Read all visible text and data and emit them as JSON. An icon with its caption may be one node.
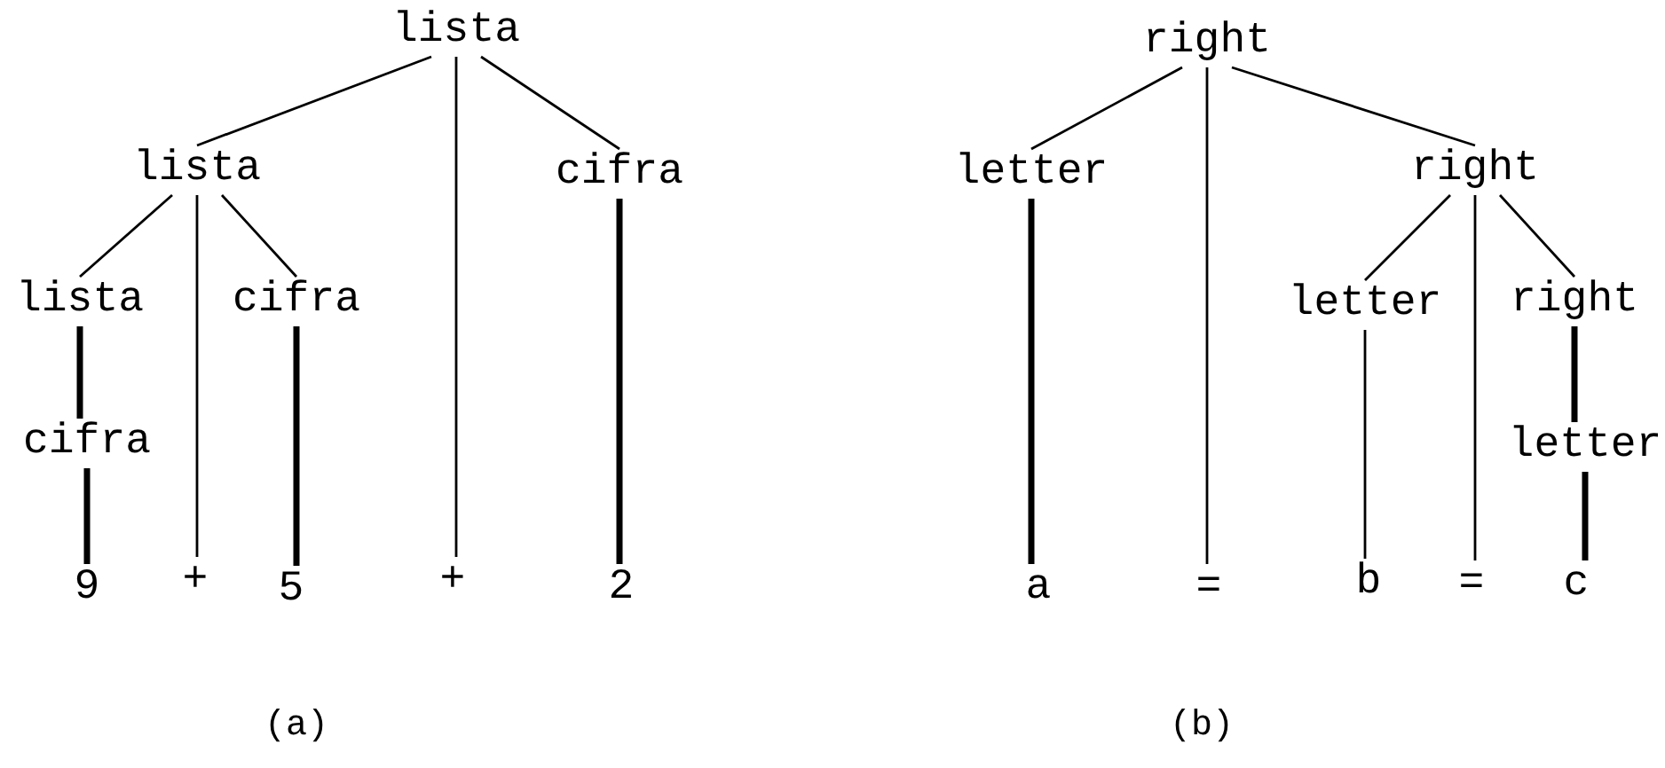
{
  "diagram": {
    "nodes": [
      {
        "text": [
          "lista"
        ]
      },
      {
        "text": [
          "lista"
        ]
      },
      {
        "text": [
          "cifra"
        ]
      },
      {
        "text": [
          "lista"
        ]
      },
      {
        "text": [
          "cifra"
        ]
      },
      {
        "text": [
          "cifra"
        ]
      },
      {
        "text": [
          "9"
        ]
      },
      {
        "text": [
          "+"
        ]
      },
      {
        "text": [
          "5"
        ]
      },
      {
        "text": [
          "+"
        ]
      },
      {
        "text": [
          "2"
        ]
      },
      {
        "text": [
          "right"
        ]
      },
      {
        "text": [
          "letter"
        ]
      },
      {
        "text": [
          "right"
        ]
      },
      {
        "text": [
          "letter"
        ]
      },
      {
        "text": [
          "right"
        ]
      },
      {
        "text": [
          "letter"
        ]
      },
      {
        "text": [
          "a"
        ]
      },
      {
        "text": [
          "="
        ]
      },
      {
        "text": [
          "b"
        ]
      },
      {
        "text": [
          "="
        ]
      },
      {
        "text": [
          "c"
        ]
      }
    ],
    "edges": [
      {
        "from": 0,
        "to": 1,
        "arrow": "none"
      },
      {
        "from": 0,
        "to": 9,
        "arrow": "none"
      },
      {
        "from": 0,
        "to": 2,
        "arrow": "none"
      },
      {
        "from": 1,
        "to": 3,
        "arrow": "none"
      },
      {
        "from": 1,
        "to": 7,
        "arrow": "none"
      },
      {
        "from": 1,
        "to": 4,
        "arrow": "none"
      },
      {
        "from": 3,
        "to": 5,
        "arrow": "none",
        "style": "thick"
      },
      {
        "from": 5,
        "to": 6,
        "arrow": "none",
        "style": "thick"
      },
      {
        "from": 4,
        "to": 8,
        "arrow": "none",
        "style": "thick"
      },
      {
        "from": 2,
        "to": 10,
        "arrow": "none",
        "style": "thick"
      },
      {
        "from": 11,
        "to": 12,
        "arrow": "none"
      },
      {
        "from": 11,
        "to": 18,
        "arrow": "none"
      },
      {
        "from": 11,
        "to": 13,
        "arrow": "none"
      },
      {
        "from": 12,
        "to": 17,
        "arrow": "none",
        "style": "thick"
      },
      {
        "from": 13,
        "to": 14,
        "arrow": "none"
      },
      {
        "from": 13,
        "to": 20,
        "arrow": "none"
      },
      {
        "from": 13,
        "to": 15,
        "arrow": "none"
      },
      {
        "from": 14,
        "to": 19,
        "arrow": "none"
      },
      {
        "from": 15,
        "to": 16,
        "arrow": "none",
        "style": "thick"
      },
      {
        "from": 16,
        "to": 21,
        "arrow": "none",
        "style": "thick"
      }
    ],
    "labels": [
      "(a)",
      "(b)"
    ]
  }
}
